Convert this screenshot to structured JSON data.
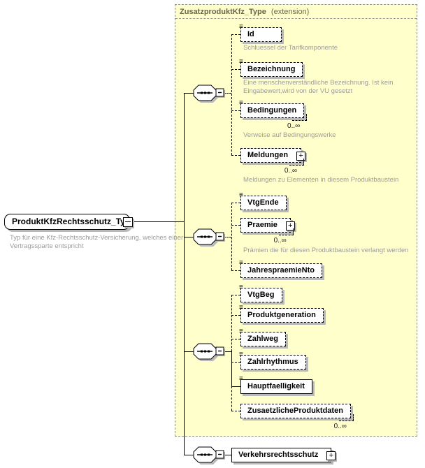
{
  "root": {
    "name": "ProduktKfzRechtsschutz_Type",
    "annotation": "Typ für eine Kfz-Rechtsschutz-Versicherung, welches einer Vertragssparte entspricht"
  },
  "extension": {
    "title": "ZusatzproduktKfz_Type",
    "suffix": "(extension)"
  },
  "elements": [
    {
      "name": "Id",
      "annotation": "Schluessel der Tarifkomponente"
    },
    {
      "name": "Bezeichnung",
      "annotation": "Eine menschenverständliche Bezeichnung. Ist kein Eingabewert,wird von der VU gesetzt"
    },
    {
      "name": "Bedingungen",
      "occurs": "0..∞",
      "annotation": "Verweise auf Bedingungswerke"
    },
    {
      "name": "Meldungen",
      "occurs": "0..∞",
      "annotation": "Meldungen zu Elementen in diesem Produktbaustein"
    },
    {
      "name": "VtgEnde"
    },
    {
      "name": "Praemie",
      "occurs": "0..∞",
      "annotation": "Prämien die für diesen Produktbaustein verlangt werden"
    },
    {
      "name": "JahrespraemieNto"
    },
    {
      "name": "VtgBeg"
    },
    {
      "name": "Produktgeneration"
    },
    {
      "name": "Zahlweg"
    },
    {
      "name": "Zahlrhythmus"
    },
    {
      "name": "Hauptfaelligkeit"
    },
    {
      "name": "ZusaetzlicheProduktdaten",
      "occurs": "0..∞"
    },
    {
      "name": "Verkehrsrechtsschutz"
    }
  ],
  "colors": {
    "extension_background": "#ffffcc",
    "extension_title": "#66664a",
    "annotation_text": "#9c9c9c",
    "shadow": "#b9b9b9"
  }
}
